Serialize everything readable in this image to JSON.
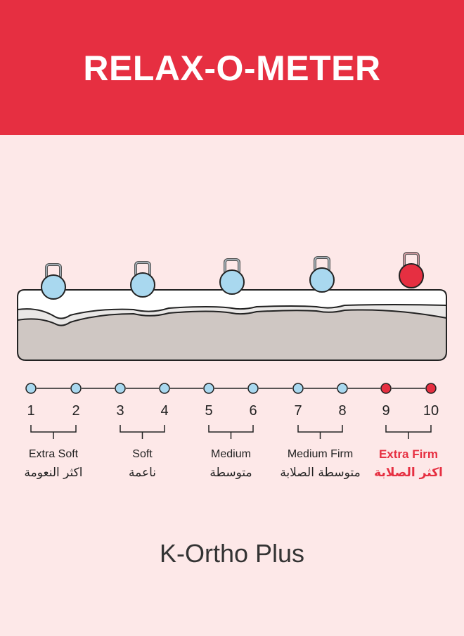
{
  "header": {
    "title": "RELAX-O-METER"
  },
  "scale": {
    "numbers": [
      "1",
      "2",
      "3",
      "4",
      "5",
      "6",
      "7",
      "8",
      "9",
      "10"
    ],
    "levels": [
      {
        "en": "Extra Soft",
        "ar": "اكثر النعومة",
        "active": false
      },
      {
        "en": "Soft",
        "ar": "ناعمة",
        "active": false
      },
      {
        "en": "Medium",
        "ar": "متوسطة",
        "active": false
      },
      {
        "en": "Medium Firm",
        "ar": "متوسطة الصلابة",
        "active": false
      },
      {
        "en": "Extra Firm",
        "ar": "اكثر الصلابة",
        "active": true
      }
    ]
  },
  "colors": {
    "header": "#e62f41",
    "background": "#fde8e8",
    "soft_dot": "#a9d8ef",
    "active": "#e62f41",
    "mattress_base": "#cfc7c3"
  },
  "icons": [
    "kettlebell-icon"
  ],
  "product": {
    "name": "K-Ortho Plus"
  }
}
